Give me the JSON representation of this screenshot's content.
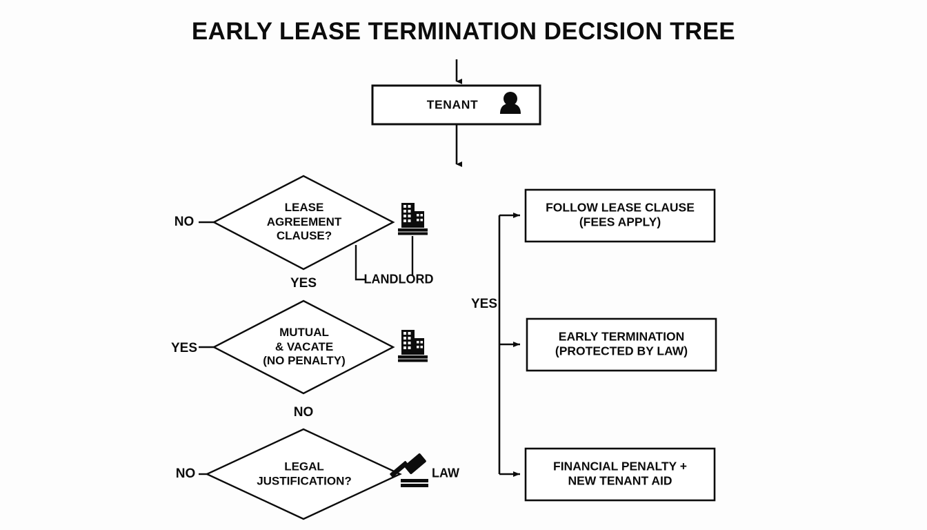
{
  "diagram": {
    "title": "EARLY LEASE TERMINATION DECISION TREE",
    "type": "flowchart",
    "background_color": "#fdfdfd",
    "line_color": "#0c0c0c",
    "text_color": "#0c0c0c",
    "start_node": {
      "id": "tenant",
      "label": "TENANT",
      "shape": "rectangle",
      "icon": "person-icon"
    },
    "decisions": [
      {
        "id": "lease-agreement-clause",
        "label": "LEASE\nAGREEMENT\nCLAUSE?",
        "shape": "diamond",
        "left_branch_label": "NO",
        "bottom_branch_label": "YES",
        "right_branch_label": "YES",
        "actor": {
          "label": "LANDLORD",
          "icon": "building-icon"
        }
      },
      {
        "id": "mutual-vacate",
        "label": "MUTUAL\n& VACATE\n(NO PENALTY)",
        "shape": "diamond",
        "left_branch_label": "YES",
        "bottom_branch_label": "NO",
        "right_branch_label": "YES",
        "actor": {
          "label": "",
          "icon": "building-icon"
        }
      },
      {
        "id": "legal-justification",
        "label": "LEGAL\nJUSTIFICATION?",
        "shape": "diamond",
        "left_branch_label": "NO",
        "bottom_branch_label": "",
        "right_branch_label": "YES",
        "actor": {
          "label": "LAW",
          "icon": "gavel-icon"
        }
      }
    ],
    "outcomes": [
      {
        "id": "follow-lease-clause",
        "label": "FOLLOW LEASE CLAUSE\n(FEES APPLY)",
        "shape": "rectangle"
      },
      {
        "id": "early-termination",
        "label": "EARLY TERMINATION\n(PROTECTED BY LAW)",
        "shape": "rectangle"
      },
      {
        "id": "financial-penalty",
        "label": "FINANCIAL PENALTY +\nNEW TENANT AID",
        "shape": "rectangle"
      }
    ],
    "trunk_label": "YES"
  }
}
